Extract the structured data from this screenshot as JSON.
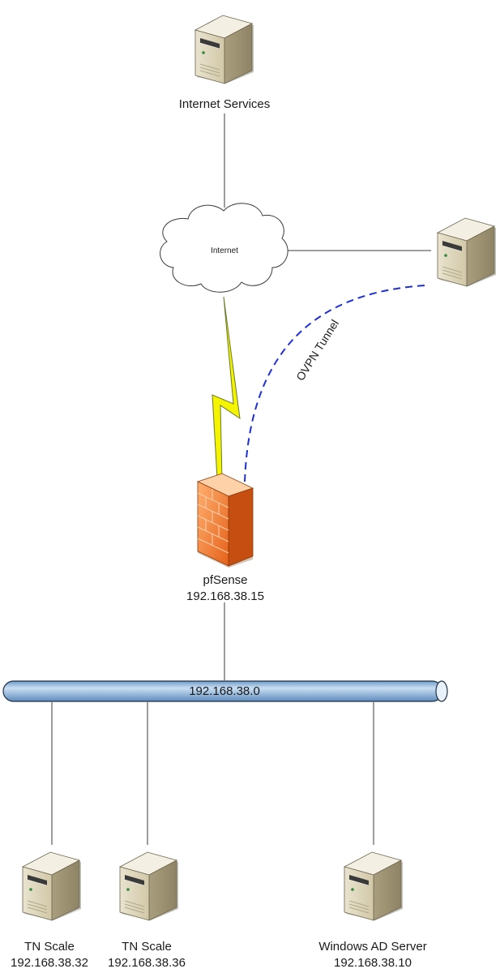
{
  "nodes": {
    "internet_services": {
      "label": "Internet Services",
      "icon": "server-icon"
    },
    "internet": {
      "label": "Internet",
      "icon": "cloud-icon"
    },
    "remote_server": {
      "icon": "server-icon"
    },
    "pfsense": {
      "name": "pfSense",
      "ip": "192.168.38.15",
      "icon": "firewall-icon"
    },
    "lan": {
      "label": "192.168.38.0"
    },
    "tn_scale_1": {
      "name": "TN Scale",
      "ip": "192.168.38.32",
      "icon": "server-icon"
    },
    "tn_scale_2": {
      "name": "TN Scale",
      "ip": "192.168.38.36",
      "icon": "server-icon"
    },
    "windows_ad": {
      "name": "Windows AD Server",
      "ip": "192.168.38.10",
      "icon": "server-icon"
    }
  },
  "links": {
    "tunnel": {
      "label": "OVPN Tunnel",
      "style": "dashed",
      "color": "#1f2fd6"
    },
    "wan": {
      "style": "lightning",
      "color": "#f4f400"
    }
  },
  "colors": {
    "server_body": "#d9d1b8",
    "firewall": "#f07a28",
    "pipe": "#9cc3e6"
  }
}
